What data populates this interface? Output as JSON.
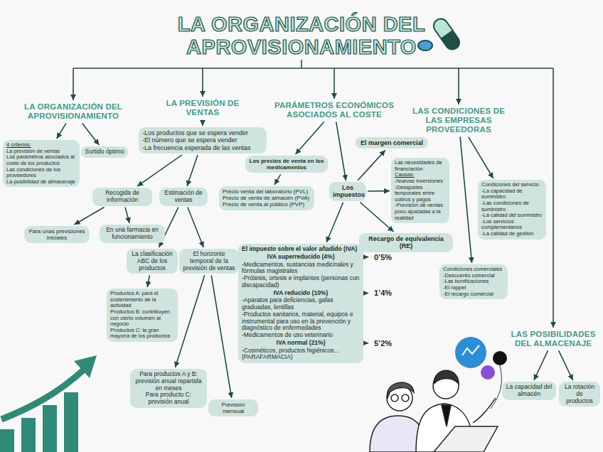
{
  "diagram": {
    "title": "LA ORGANIZACIÓN DEL APROVISIONAMIENTO",
    "nodes": [
      {
        "text": [
          "LA ORGANIZACIÓN DEL APROVISIONAMIENTO"
        ]
      },
      {
        "text": [
          "LA PREVISIÓN DE VENTAS"
        ]
      },
      {
        "text": [
          "PARÁMETROS ECONÓMICOS ASOCIADOS AL COSTE"
        ]
      },
      {
        "text": [
          "LAS CONDICIONES DE LAS EMPRESAS PROVEEDORAS"
        ]
      },
      {
        "text": [
          "LAS POSIBILIDADES DEL ALMACENAJE"
        ]
      },
      {
        "text": [
          "4 criterios:",
          "La previsión de ventas",
          "Los parámetros asociados al coste de los productos",
          "Las condiciones de los proveedores",
          "La posibilidad de almacenaje"
        ]
      },
      {
        "text": [
          "Surtido óptimo"
        ]
      },
      {
        "text": [
          "-Los productos que se espera vender",
          "-El número que se espera vender",
          "-La frecuencia esperada de las ventas"
        ]
      },
      {
        "text": [
          "Recogida de información"
        ]
      },
      {
        "text": [
          "Estimación de ventas"
        ]
      },
      {
        "text": [
          "Para unas previsiones iniciales"
        ]
      },
      {
        "text": [
          "En una farmacia en funcionamiento"
        ]
      },
      {
        "text": [
          "La clasificación ABC de los productos"
        ]
      },
      {
        "text": [
          "El horizonte temporal de la previsión de ventas"
        ]
      },
      {
        "text": [
          "Productos A: para el sostenimiento de la actividad",
          "Productos B: contribuyen con cierto volumen al negocio",
          "Productos C: la gran mayoría de los productos"
        ]
      },
      {
        "text": [
          "Para productos A y B: previsión anual repartida en meses",
          "Para producto C: previsión anual"
        ]
      },
      {
        "text": [
          "Previsión mensual"
        ]
      },
      {
        "text": [
          "Los precios de venta en los medicamentos"
        ]
      },
      {
        "text": [
          "Los impuestos"
        ]
      },
      {
        "text": [
          "El margen comercial"
        ]
      },
      {
        "text": [
          "Precio venta del laboratorio (PVL)",
          "Precio de venta de almacén (PVA)",
          "Precio de venta al público (PVP)"
        ]
      },
      {
        "text": [
          "Las necesidades de financiación",
          "Causas:",
          "-Nuevas inversiones",
          "-Desajustes temporales entre cobros y pagos",
          "-Previsión de ventas poco ajustadas a la realidad"
        ]
      },
      {
        "text": [
          "Recargo de equivalencia (RE)"
        ]
      },
      {
        "text": [
          "El impuesto sobre el valor añadido (IVA)",
          "IVA superreducido (4%)",
          "-Medicamentos, sustancias medicinales y fórmulas magistrales",
          "-Prótesis, ortesis e implantes (personas con discapacidad)",
          "IVA reducido (10%)",
          "-Aparatos para deficiencias, gafas graduadas, lentillas",
          "-Productos sanitarios, material, equipos e instrumental para uso en la prevención y diagnóstico de enfermedades",
          "-Medicamentos de uso veterinario",
          "IVA normal (21%)",
          "-Cosméticos, productos higiénicos... (PARAFARMACIA)"
        ]
      },
      {
        "text": [
          "Condiciones del servicio",
          "-La capacidad de suministro",
          "-Las condiciones de suministro",
          "-La calidad del suministro",
          "-Los servicios complementarios",
          "-La calidad de gestión"
        ]
      },
      {
        "text": [
          "Condiciones comerciales",
          "-Descuento comercial",
          "-Las bonificaciones",
          "-El rappel",
          "-El recargo comercial"
        ]
      },
      {
        "text": [
          "La capacidad del almacén"
        ]
      },
      {
        "text": [
          "La rotación de productos"
        ]
      }
    ],
    "edges": [
      {
        "from": 0,
        "to": 5,
        "arrow": "to"
      },
      {
        "from": 0,
        "to": 6,
        "arrow": "to"
      },
      {
        "from": 1,
        "to": 7,
        "arrow": "to"
      },
      {
        "from": 7,
        "to": 8,
        "arrow": "to"
      },
      {
        "from": 7,
        "to": 9,
        "arrow": "to"
      },
      {
        "from": 8,
        "to": 10,
        "arrow": "to"
      },
      {
        "from": 8,
        "to": 11,
        "arrow": "to"
      },
      {
        "from": 9,
        "to": 12,
        "arrow": "to"
      },
      {
        "from": 9,
        "to": 13,
        "arrow": "to"
      },
      {
        "from": 12,
        "to": 14,
        "arrow": "to"
      },
      {
        "from": 13,
        "to": 15,
        "arrow": "to"
      },
      {
        "from": 13,
        "to": 16,
        "arrow": "to"
      },
      {
        "from": 2,
        "to": 17,
        "arrow": "to"
      },
      {
        "from": 2,
        "to": 18,
        "arrow": "to"
      },
      {
        "from": 17,
        "to": 20,
        "arrow": "to"
      },
      {
        "from": 18,
        "to": 19,
        "arrow": "to"
      },
      {
        "from": 18,
        "to": 21,
        "arrow": "to"
      },
      {
        "from": 18,
        "to": 22,
        "arrow": "to"
      },
      {
        "from": 18,
        "to": 23,
        "arrow": "to"
      },
      {
        "from": 3,
        "to": 24,
        "arrow": "to"
      },
      {
        "from": 3,
        "to": 25,
        "arrow": "to"
      },
      {
        "from": 4,
        "to": 26,
        "arrow": "to"
      },
      {
        "from": 4,
        "to": 27,
        "arrow": "to"
      }
    ],
    "labels": [
      "0’5%",
      "1’4%",
      "5’2%"
    ]
  }
}
